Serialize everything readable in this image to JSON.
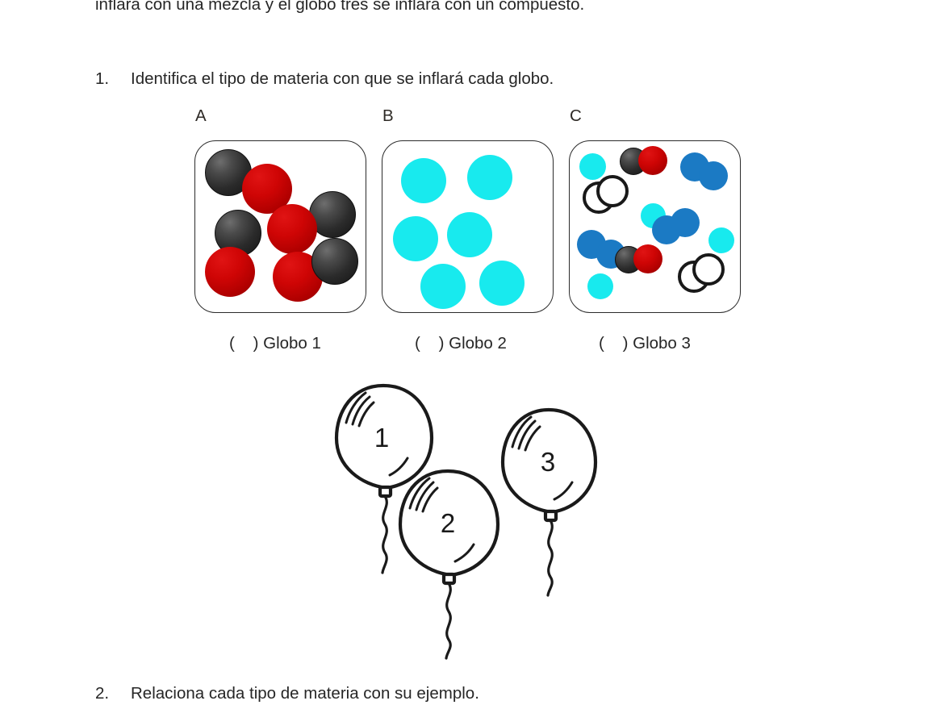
{
  "document": {
    "intro_line": "inflará con una mezcla y el globo tres se inflará con un compuesto.",
    "question_1": {
      "number": "1.",
      "text": "Identifica el tipo de materia con que se inflará cada globo."
    },
    "question_2": {
      "number": "2.",
      "text": "Relaciona cada tipo de materia con su ejemplo."
    }
  },
  "diagram": {
    "boxes": [
      {
        "label": "A",
        "caption": "(    ) Globo 1"
      },
      {
        "label": "B",
        "caption": "(    ) Globo 2"
      },
      {
        "label": "C",
        "caption": "(    ) Globo 3"
      }
    ]
  },
  "balloons": [
    {
      "number": "1"
    },
    {
      "number": "2"
    },
    {
      "number": "3"
    }
  ],
  "colors": {
    "red_atom": "#cf0505",
    "black_atom": "#2b2b2b",
    "cyan_atom": "#18eaee",
    "blue_atom": "#1b7ac4",
    "hollow_outline": "#191919",
    "box_border": "#2b2b2b",
    "text": "#262626"
  }
}
